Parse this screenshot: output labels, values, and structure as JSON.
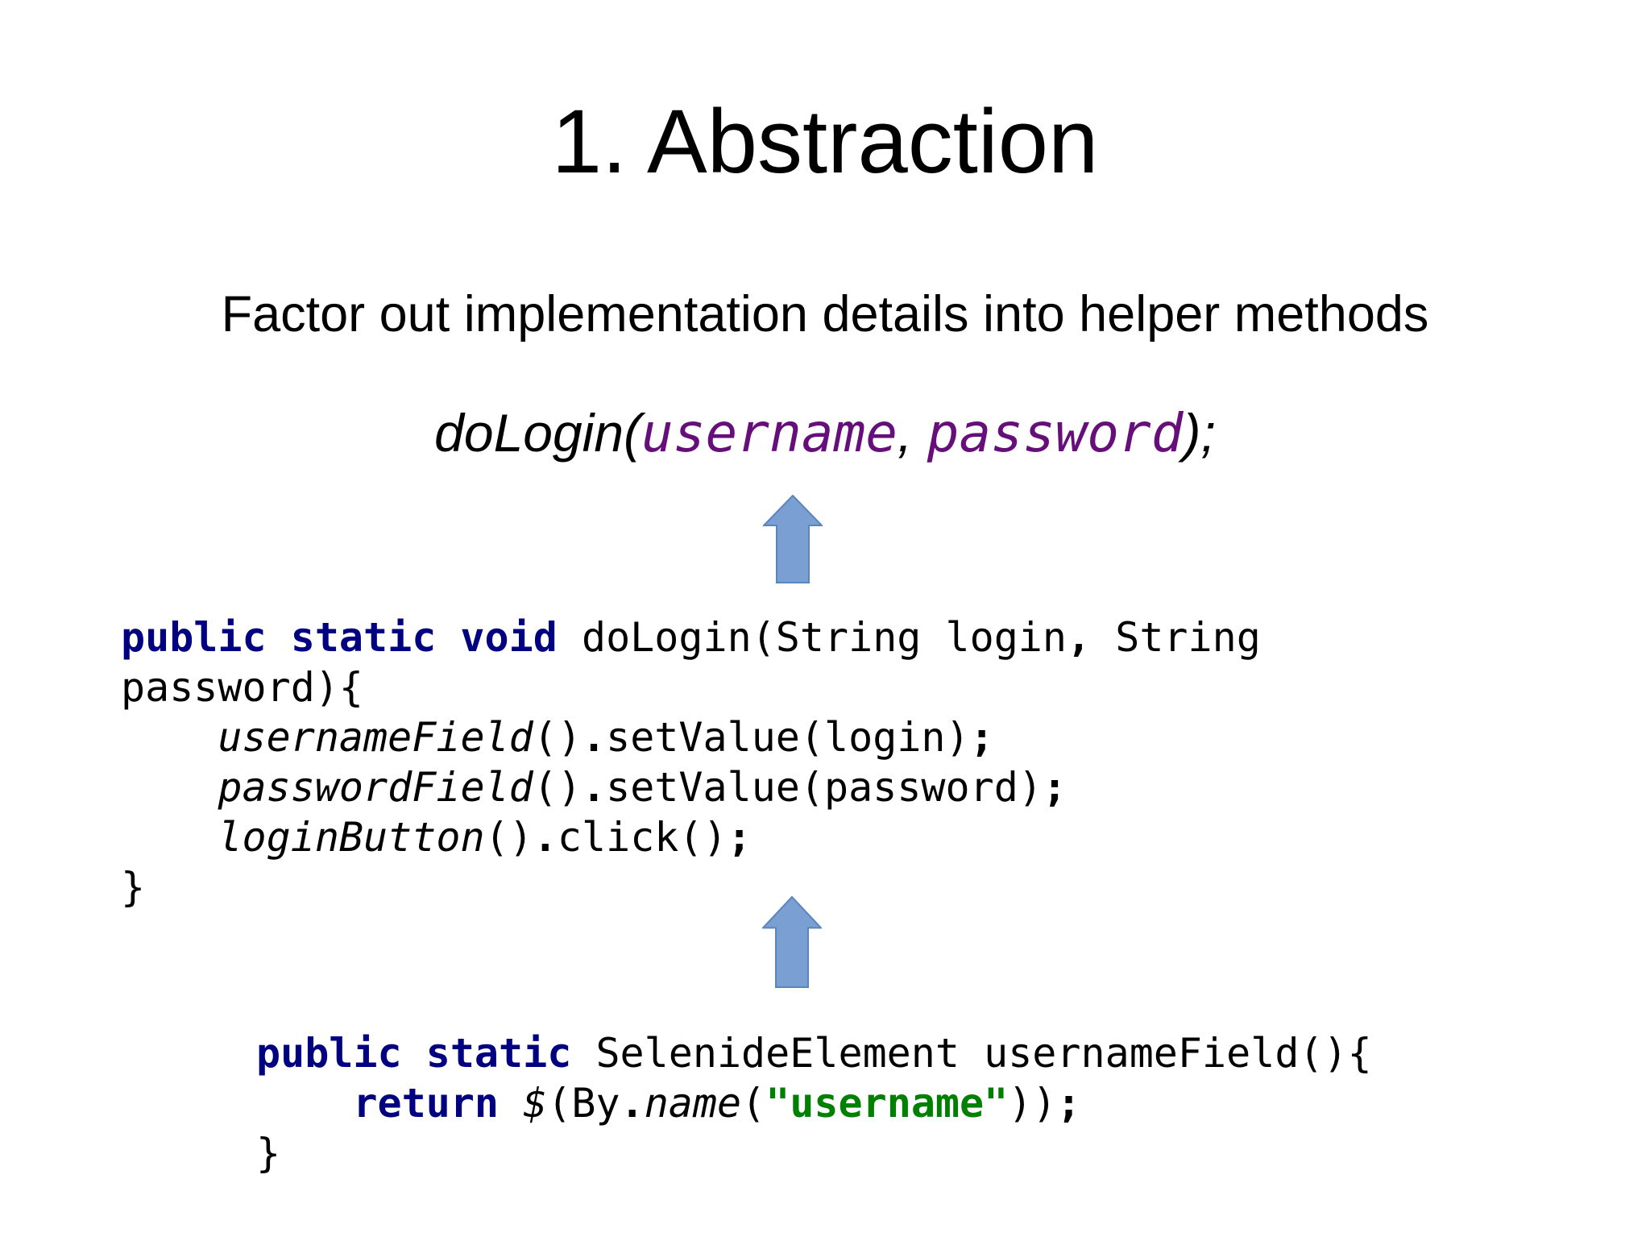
{
  "slide": {
    "title": "1. Abstraction",
    "subtitle": "Factor out implementation details into helper methods"
  },
  "colors": {
    "keyword": "#000080",
    "string": "#008000",
    "static_field": "#660e7a",
    "text": "#000000",
    "background": "#ffffff",
    "arrow_fill": "#7a9fd2",
    "arrow_border": "#5d85bd"
  },
  "icons": {
    "arrow_1": "block-up-arrow",
    "arrow_2": "block-up-arrow"
  },
  "phrase": {
    "lines": [
      [
        {
          "t": "doLogin(",
          "s": "sans-it"
        },
        {
          "t": "username",
          "s": "mono-it-purple"
        },
        {
          "t": ", ",
          "s": "sans-it"
        },
        {
          "t": "password",
          "s": "mono-it-purple"
        },
        {
          "t": ");",
          "s": "sans-it"
        }
      ]
    ]
  },
  "code_blocks": {
    "helper_method": {
      "lines": [
        [
          {
            "t": "public static void",
            "s": "kw"
          },
          {
            "t": " doLogin(String login",
            "s": "plain"
          },
          {
            "t": ",",
            "s": "b"
          },
          {
            "t": " String",
            "s": "plain"
          }
        ],
        [
          {
            "t": "password){",
            "s": "plain"
          }
        ],
        [
          {
            "t": "    ",
            "s": "plain"
          },
          {
            "t": "usernameField",
            "s": "it"
          },
          {
            "t": "()",
            "s": "plain"
          },
          {
            "t": ".",
            "s": "b"
          },
          {
            "t": "setValue(login)",
            "s": "plain"
          },
          {
            "t": ";",
            "s": "b"
          }
        ],
        [
          {
            "t": "    ",
            "s": "plain"
          },
          {
            "t": "passwordField",
            "s": "it"
          },
          {
            "t": "()",
            "s": "plain"
          },
          {
            "t": ".",
            "s": "b"
          },
          {
            "t": "setValue(password)",
            "s": "plain"
          },
          {
            "t": ";",
            "s": "b"
          }
        ],
        [
          {
            "t": "    ",
            "s": "plain"
          },
          {
            "t": "loginButton",
            "s": "it"
          },
          {
            "t": "()",
            "s": "plain"
          },
          {
            "t": ".",
            "s": "b"
          },
          {
            "t": "click()",
            "s": "plain"
          },
          {
            "t": ";",
            "s": "b"
          }
        ],
        [
          {
            "t": "}",
            "s": "plain"
          }
        ]
      ]
    },
    "element_method": {
      "lines": [
        [
          {
            "t": "public static",
            "s": "kw"
          },
          {
            "t": " SelenideElement usernameField(){",
            "s": "plain"
          }
        ],
        [
          {
            "t": "    ",
            "s": "plain"
          },
          {
            "t": "return",
            "s": "kw"
          },
          {
            "t": " ",
            "s": "plain"
          },
          {
            "t": "$",
            "s": "it"
          },
          {
            "t": "(By",
            "s": "plain"
          },
          {
            "t": ".",
            "s": "b"
          },
          {
            "t": "name",
            "s": "it"
          },
          {
            "t": "(",
            "s": "plain"
          },
          {
            "t": "\"username\"",
            "s": "str"
          },
          {
            "t": "))",
            "s": "plain"
          },
          {
            "t": ";",
            "s": "b"
          }
        ],
        [
          {
            "t": "}",
            "s": "plain"
          }
        ]
      ]
    }
  }
}
